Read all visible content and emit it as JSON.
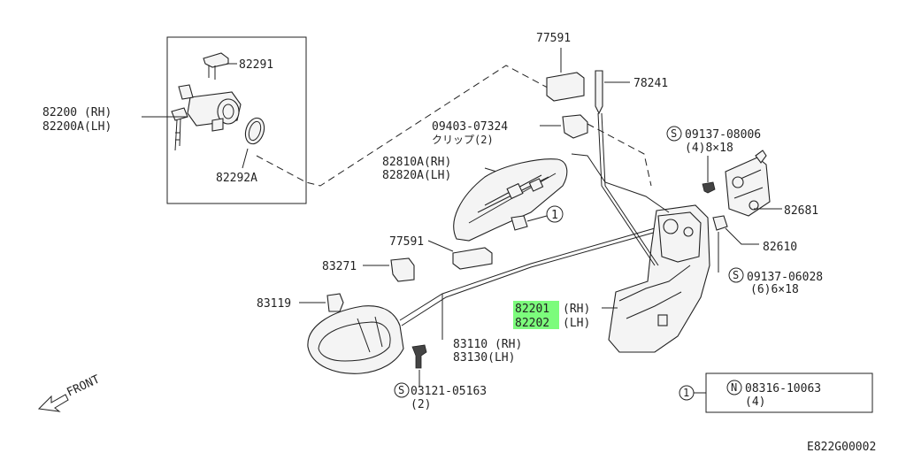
{
  "labels": {
    "p77591_top": "77591",
    "p82291": "82291",
    "p82200_rh": "82200 (RH)",
    "p82200a_lh": "82200A(LH)",
    "p82292a": "82292A",
    "p78241": "78241",
    "p09403": "09403-07324",
    "clip": "クリップ(2)",
    "p82810a": "82810A(RH)",
    "p82820a": "82820A(LH)",
    "p09137_08006": "09137-08006",
    "p09137_08006_qty": "(4)8×18",
    "p82681": "82681",
    "p82610": "82610",
    "p77591_mid": "77591",
    "p83271": "83271",
    "p09137_06028": "09137-06028",
    "p09137_06028_qty": "(6)6×18",
    "p83119": "83119",
    "p82201_num": "82201",
    "p82201_side": "(RH)",
    "p82202_num": "82202",
    "p82202_side": "(LH)",
    "p83110": "83110 (RH)",
    "p83130": "83130(LH)",
    "p03121": "03121-05163",
    "p03121_qty": "(2)",
    "ref1_callout": "1",
    "ref1_box_num": "1",
    "p08316": "08316-10063",
    "p08316_qty": "(4)",
    "front": "FRONT",
    "diagram_code": "E822G00002"
  },
  "symbols": {
    "screw_mark": "S",
    "nut_mark": "N"
  },
  "colors": {
    "highlight": "#7CFC7C",
    "line": "#222222"
  }
}
